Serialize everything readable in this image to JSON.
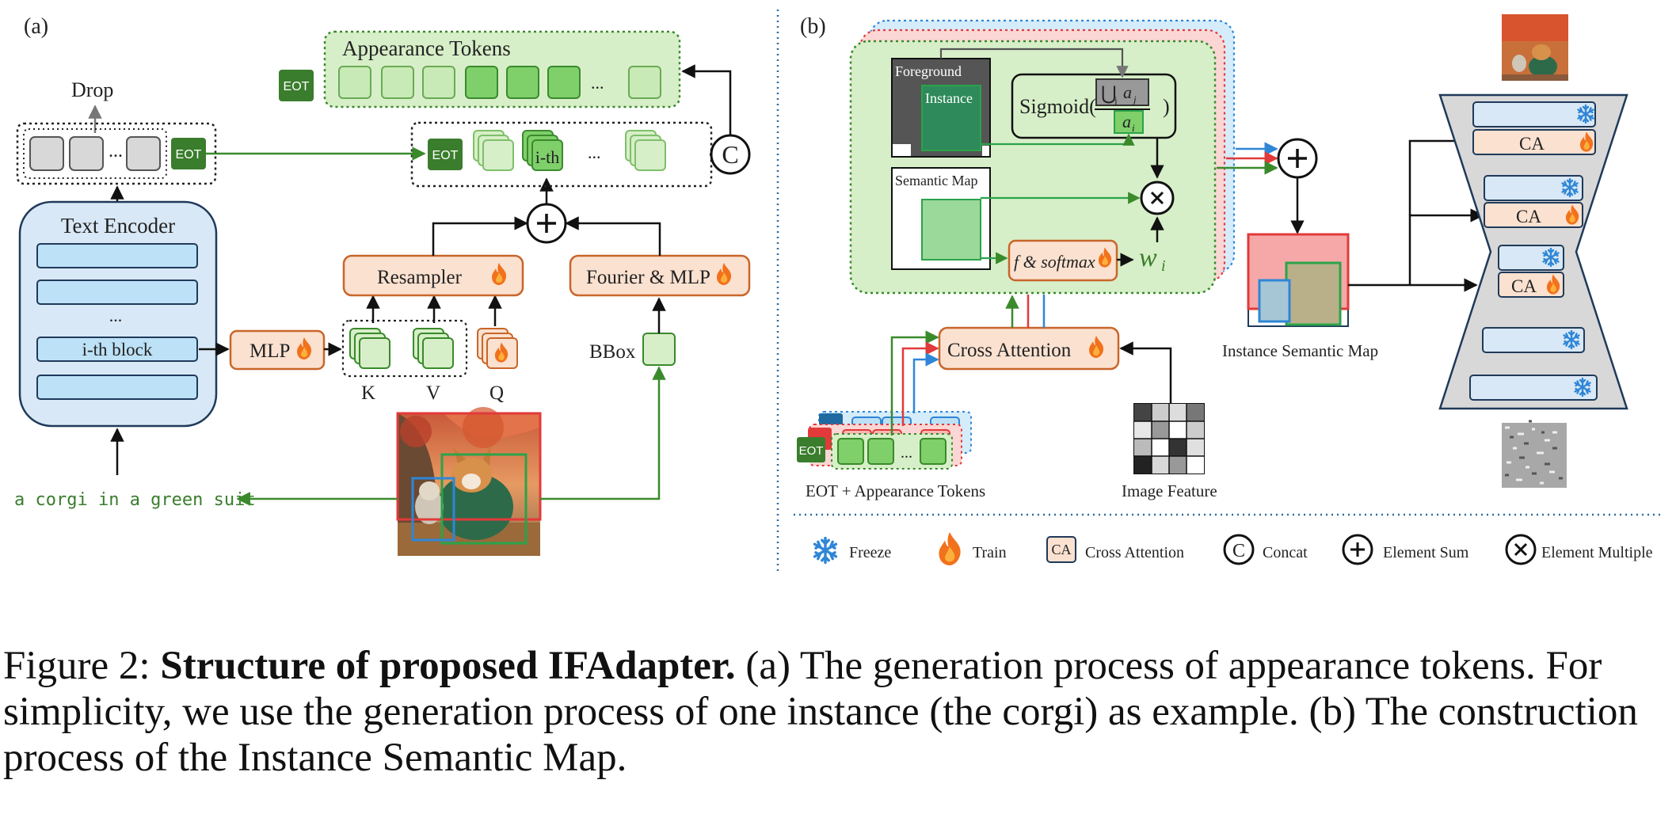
{
  "panel_a": {
    "label": "(a)",
    "drop_label": "Drop",
    "eot": "EOT",
    "ellipsis": "...",
    "text_encoder": {
      "title": "Text Encoder",
      "ellipsis": "...",
      "ith_block": "i-th block"
    },
    "appearance_tokens": "Appearance Tokens",
    "ith": "i-th",
    "concat": "C",
    "resampler": "Resampler",
    "fourier_mlp": "Fourier & MLP",
    "mlp": "MLP",
    "k": "K",
    "v": "V",
    "q": "Q",
    "bbox": "BBox",
    "prompt": "a corgi in a green suit"
  },
  "panel_b": {
    "label": "(b)",
    "foreground": "Foreground",
    "instance": "Instance",
    "semantic_map": "Semantic Map",
    "sigmoid": "Sigmoid(",
    "union": "⋃",
    "union_sub": "j",
    "union_a": "a",
    "union_a_sub": "j",
    "close_paren": ")",
    "ai": "a",
    "ai_sub": "i",
    "f_softmax": "f & softmax",
    "wi": "w",
    "wi_sub": "i",
    "cross_attention": "Cross Attention",
    "eot_tokens_label": "EOT + Appearance Tokens",
    "image_feature": "Image Feature",
    "instance_semantic_map": "Instance Semantic Map",
    "ca": "CA",
    "eot": "EOT",
    "ellipsis": "..."
  },
  "legend": {
    "freeze": "Freeze",
    "train": "Train",
    "ca_abbr": "CA",
    "cross_attention": "Cross Attention",
    "concat_sym": "C",
    "concat": "Concat",
    "sum": "Element Sum",
    "multiple": "Element Multiple"
  },
  "caption": {
    "prefix": "Figure 2: ",
    "title": "Structure of proposed IFAdapter.",
    "body": " (a) The generation process of appearance tokens. For simplicity, we use the generation process of one instance (the corgi) as example. (b) The construction process of the Instance Semantic Map."
  },
  "colors": {
    "green_dark": "#3a7d2c",
    "green_fill": "#d7efc8",
    "green_token": "#7fcf6a",
    "orange_fill": "#fbe1d0",
    "orange_edge": "#c8662a",
    "blue_fill": "#d9e8f6",
    "blue_edge": "#1f3a5a",
    "red": "#e23a3a",
    "blue_line": "#2f86d6"
  }
}
